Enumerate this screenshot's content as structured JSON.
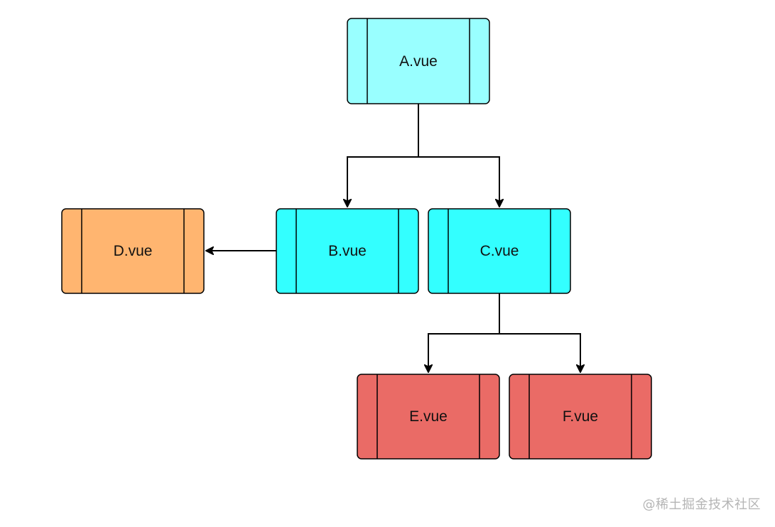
{
  "diagram": {
    "nodes": [
      {
        "id": "A",
        "label": "A.vue",
        "fill": "#99FFFF"
      },
      {
        "id": "B",
        "label": "B.vue",
        "fill": "#33FFFF"
      },
      {
        "id": "C",
        "label": "C.vue",
        "fill": "#33FFFF"
      },
      {
        "id": "D",
        "label": "D.vue",
        "fill": "#FFB570"
      },
      {
        "id": "E",
        "label": "E.vue",
        "fill": "#EA6B66"
      },
      {
        "id": "F",
        "label": "F.vue",
        "fill": "#EA6B66"
      }
    ],
    "edges": [
      {
        "from": "A",
        "to": "B"
      },
      {
        "from": "A",
        "to": "C"
      },
      {
        "from": "B",
        "to": "D"
      },
      {
        "from": "C",
        "to": "E"
      },
      {
        "from": "C",
        "to": "F"
      }
    ]
  },
  "watermark": "@稀土掘金技术社区"
}
